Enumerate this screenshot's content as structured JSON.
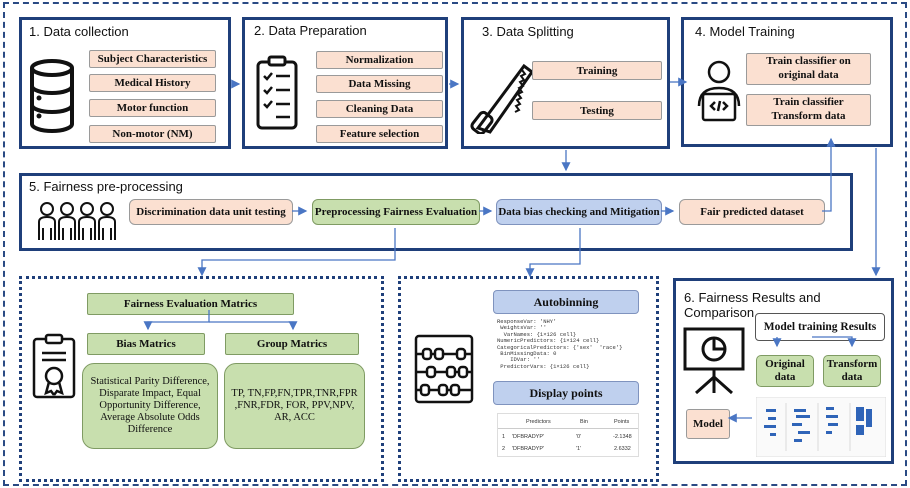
{
  "panels": {
    "p1": {
      "title": "1. Data collection",
      "items": [
        "Subject Characteristics",
        "Medical History",
        "Motor function",
        "Non-motor (NM)"
      ]
    },
    "p2": {
      "title": "2. Data Preparation",
      "items": [
        "Normalization",
        "Data Missing",
        "Cleaning Data",
        "Feature selection"
      ]
    },
    "p3": {
      "title": "3. Data Splitting",
      "items": [
        "Training",
        "Testing"
      ]
    },
    "p4": {
      "title": "4. Model Training",
      "items": [
        "Train classifier on original data",
        "Train classifier Transform data"
      ]
    },
    "p5": {
      "title": "5. Fairness pre-processing",
      "steps": [
        "Discrimination data unit testing",
        "Preprocessing Fairness Evaluation",
        "Data bias checking and Mitigation",
        "Fair predicted dataset"
      ]
    },
    "p6": {
      "title": "6. Fairness Results and Comparison",
      "results_label": "Model training Results",
      "original": "Original data",
      "transform": "Transform data",
      "model": "Model"
    }
  },
  "matrics": {
    "title": "Fairness Evaluation Matrics",
    "bias_title": "Bias Matrics",
    "group_title": "Group Matrics",
    "bias_text": "Statistical Parity Difference, Disparate Impact, Equal Opportunity Difference, Average Absolute Odds Difference",
    "group_text": "TP, TN,FP,FN,TPR,TNR,FPR ,FNR,FDR, FOR, PPV,NPV, AR, ACC"
  },
  "autobin": {
    "title": "Autobinning",
    "code": "ResponseVar: 'NHY'\n WeightsVar: ''\n  VarNames: {1×126 cell}\nNumericPredictors: {1×124 cell}\nCategoricalPredictors: {'sex'  'race'}\n BinMissingData: 0\n    IDVar: ''\n PredictorVars: {1×126 cell}"
  },
  "display_points": {
    "title": "Display points",
    "columns": [
      "Predictors",
      "Bin",
      "Points"
    ],
    "rows": [
      [
        "1",
        "'DFBRADYP'",
        "'0'",
        "-2.1348"
      ],
      [
        "2",
        "'DFBRADYP'",
        "'1'",
        "2.6332"
      ]
    ]
  },
  "colors": {
    "border": "#1f3f7a",
    "peach": "#fbe0d1",
    "green": "#c8dfae",
    "blue": "#bfd0ee",
    "arrow": "#4a76c4"
  }
}
